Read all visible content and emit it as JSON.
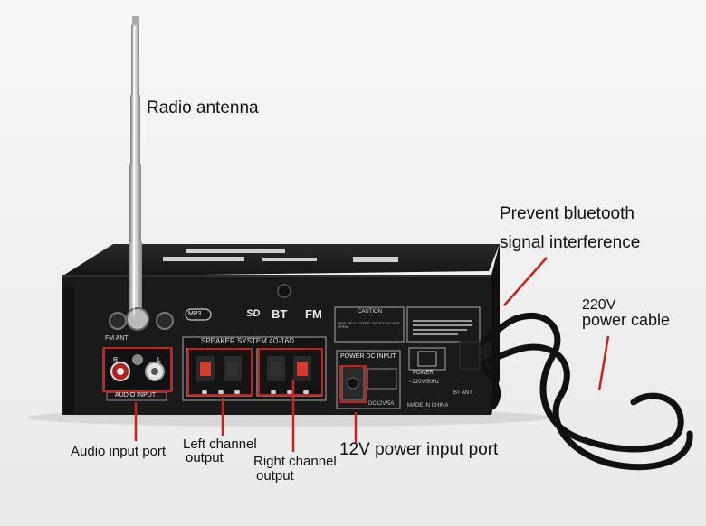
{
  "labels": {
    "radio_antenna": "Radio antenna",
    "bluetooth_line1": "Prevent bluetooth",
    "bluetooth_line2": "signal interference",
    "voltage": "220V",
    "power_cable": "power cable",
    "audio_input_port": "Audio input port",
    "left_channel_line1": "Left channel",
    "left_channel_line2": "output",
    "right_channel_line1": "Right channel",
    "right_channel_line2": "output",
    "power_input_port": "12V power input port"
  },
  "device": {
    "top_label": "FM ANT",
    "format_badges": [
      "MP3",
      "SD",
      "BT",
      "FM"
    ],
    "speaker_system": "SPEAKER SYSTEM 4Ω-16Ω",
    "audio_input": "AUDIO INPUT",
    "channel_marks": [
      "R",
      "L"
    ],
    "power_dc_input": "POWER DC INPUT",
    "dc_spec": "DC12V/5A",
    "caution": "CAUTION",
    "caution_line": "RISK OF ELECTRIC SHOCK DO NOT OPEN",
    "power_label": "POWER",
    "power_spec": "~220V/50Hz",
    "bt_ant": "BT ANT",
    "made_in": "MADE IN CHINA"
  },
  "colors": {
    "annotation_red": "#c8221b",
    "body": "#1b1b1b",
    "silver": "#c9c9c9"
  }
}
